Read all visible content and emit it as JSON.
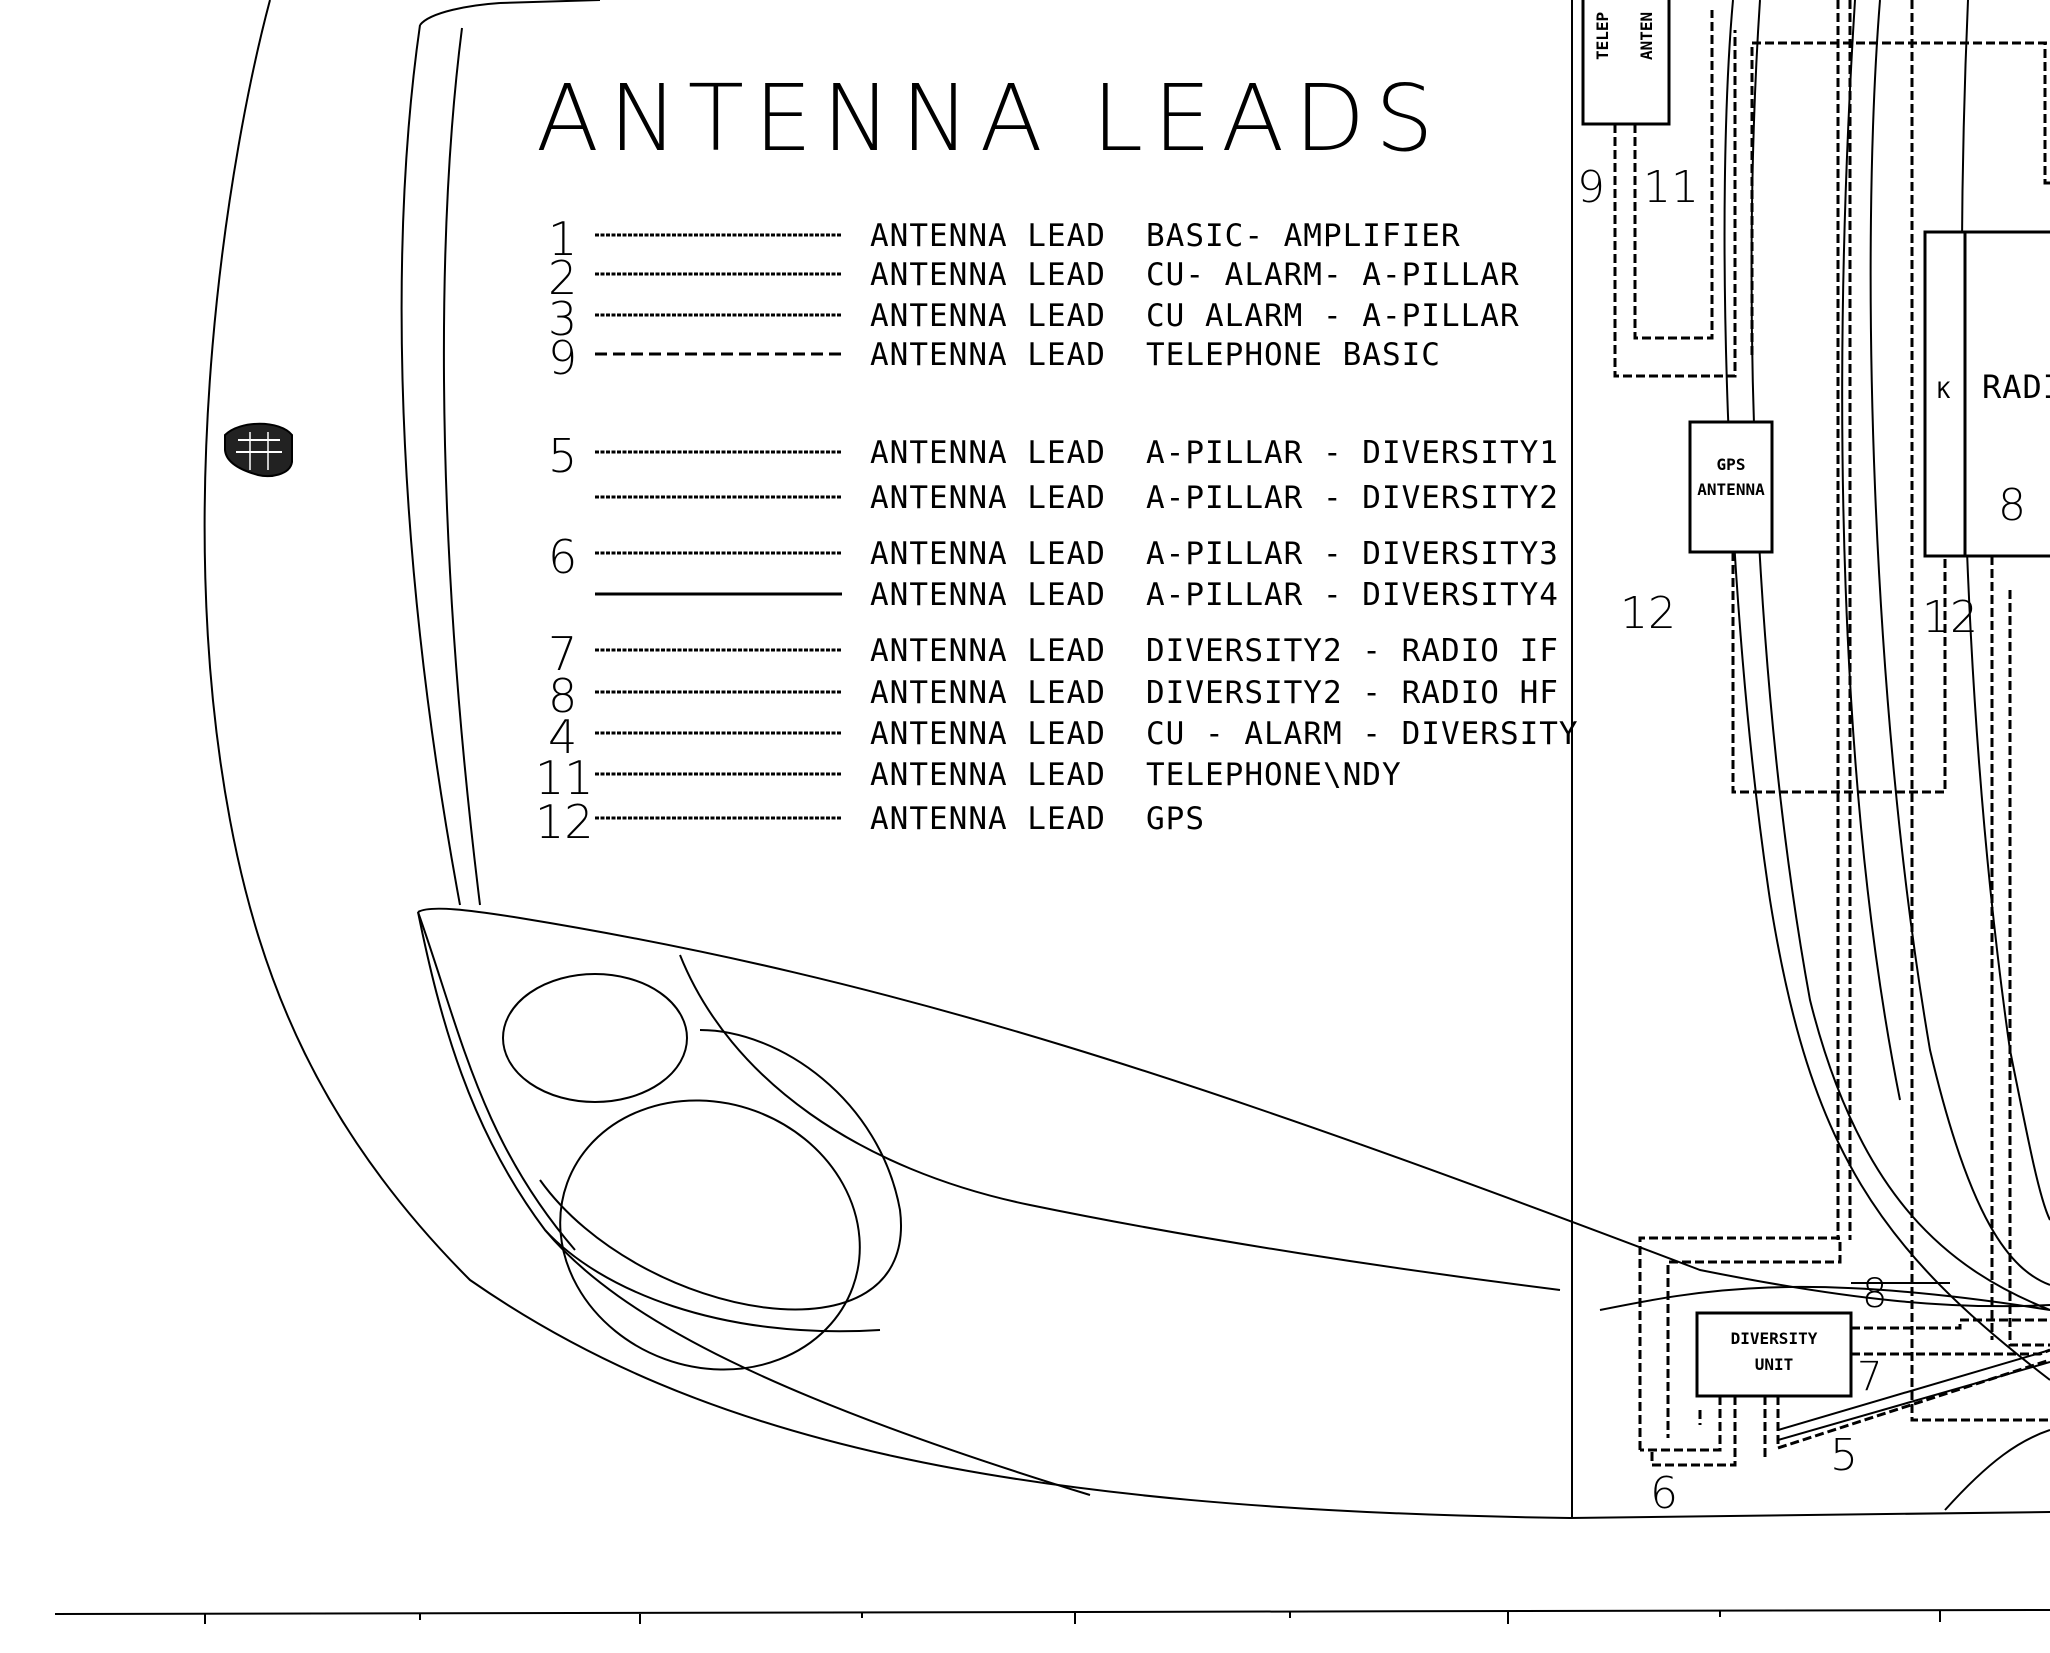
{
  "diagram": {
    "title": "ANTENNA   LEADS",
    "legend": [
      {
        "num": "1",
        "name": "ANTENNA LEAD",
        "desc": "BASIC- AMPLIFIER",
        "style": "dotted"
      },
      {
        "num": "2",
        "name": "ANTENNA LEAD",
        "desc": "CU- ALARM- A-PILLAR",
        "style": "dotted"
      },
      {
        "num": "3",
        "name": "ANTENNA LEAD",
        "desc": "CU ALARM - A-PILLAR",
        "style": "dotted"
      },
      {
        "num": "9",
        "name": "ANTENNA LEAD",
        "desc": "TELEPHONE BASIC",
        "style": "dashed"
      },
      {
        "num": "5",
        "name": "ANTENNA LEAD",
        "desc": "A-PILLAR - DIVERSITY1",
        "style": "dotted"
      },
      {
        "num": "",
        "name": "ANTENNA LEAD",
        "desc": "A-PILLAR - DIVERSITY2",
        "style": "dotted"
      },
      {
        "num": "6",
        "name": "ANTENNA LEAD",
        "desc": "A-PILLAR - DIVERSITY3",
        "style": "dotted"
      },
      {
        "num": "",
        "name": "ANTENNA LEAD",
        "desc": "A-PILLAR - DIVERSITY4",
        "style": "solid"
      },
      {
        "num": "7",
        "name": "ANTENNA LEAD",
        "desc": "DIVERSITY2 - RADIO IF",
        "style": "dotted"
      },
      {
        "num": "8",
        "name": "ANTENNA LEAD",
        "desc": "DIVERSITY2 - RADIO HF",
        "style": "dotted"
      },
      {
        "num": "4",
        "name": "ANTENNA LEAD",
        "desc": "CU - ALARM - DIVERSITY",
        "style": "dotted"
      },
      {
        "num": "11",
        "name": "ANTENNA LEAD",
        "desc": "TELEPHONE\\NDY",
        "style": "dotted"
      },
      {
        "num": "12",
        "name": "ANTENNA LEAD",
        "desc": "GPS",
        "style": "dotted"
      }
    ],
    "components": {
      "telephone_antenna": {
        "line1": "TELEP",
        "line2": "ANTEN"
      },
      "gps_antenna": {
        "line1": "GPS",
        "line2": "ANTENNA"
      },
      "radio": {
        "k_label": "K",
        "label": "RADI"
      },
      "diversity_unit": {
        "line1": "DIVERSITY",
        "line2": "UNIT"
      }
    },
    "lead_numbers": {
      "tel_9": "9",
      "tel_11": "11",
      "gps_12": "12",
      "radio_12": "12",
      "radio_8": "8",
      "div_8": "8",
      "div_7": "7",
      "div_6": "6",
      "div_5": "5"
    }
  }
}
